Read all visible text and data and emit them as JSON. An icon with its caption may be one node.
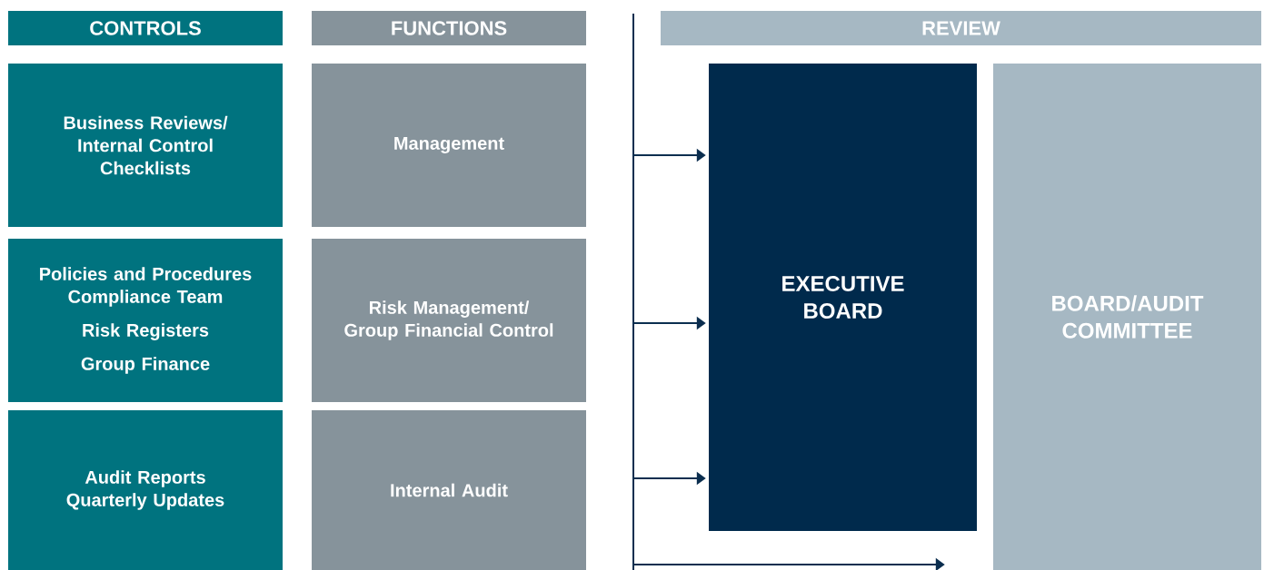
{
  "diagram": {
    "nodes": [
      {
        "text": [
          "CONTROLS"
        ]
      },
      {
        "text": [
          "FUNCTIONS"
        ]
      },
      {
        "text": [
          "REVIEW"
        ]
      },
      {
        "text": [
          "Business Reviews/ Internal Control Checklists"
        ]
      },
      {
        "text": [
          "Management"
        ]
      },
      {
        "text": [
          "Policies and Procedures Compliance Team",
          "Risk Registers",
          "Group Finance"
        ]
      },
      {
        "text": [
          "Risk Management/ Group Financial Control"
        ]
      },
      {
        "text": [
          "Audit Reports Quarterly Updates"
        ]
      },
      {
        "text": [
          "Internal Audit"
        ]
      },
      {
        "text": [
          "EXECUTIVE BOARD"
        ]
      },
      {
        "text": [
          "BOARD/AUDIT COMMITTEE"
        ]
      }
    ],
    "edges": [
      {
        "from": null,
        "to": 9,
        "arrow": "to"
      },
      {
        "from": null,
        "to": 9,
        "arrow": "to"
      },
      {
        "from": null,
        "to": 9,
        "arrow": "to"
      },
      {
        "from": null,
        "to": 10,
        "arrow": "to"
      }
    ]
  }
}
